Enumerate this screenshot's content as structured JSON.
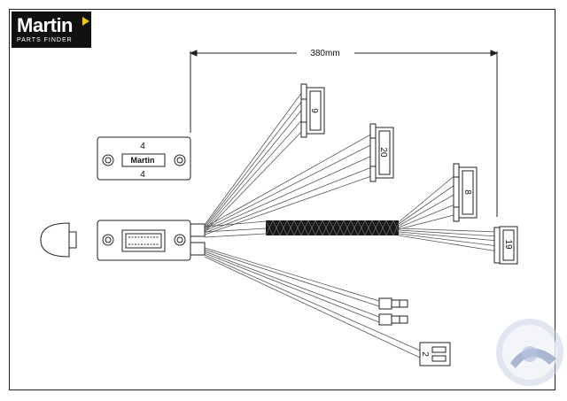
{
  "logo": {
    "name": "Martin",
    "tagline": "PARTS FINDER"
  },
  "dimension": {
    "label": "380mm"
  },
  "plate": {
    "top_label": "4",
    "bottom_label": "4",
    "brand": "Martin"
  },
  "connectors": [
    {
      "label": "9"
    },
    {
      "label": "20"
    },
    {
      "label": "8"
    },
    {
      "label": "19"
    }
  ],
  "spade": {
    "label": "2"
  },
  "colors": {
    "frame": "#222222",
    "wire": "#555555",
    "braid": "#1a1a1a",
    "logo_bg": "#111111",
    "logo_accent": "#f5c400"
  }
}
